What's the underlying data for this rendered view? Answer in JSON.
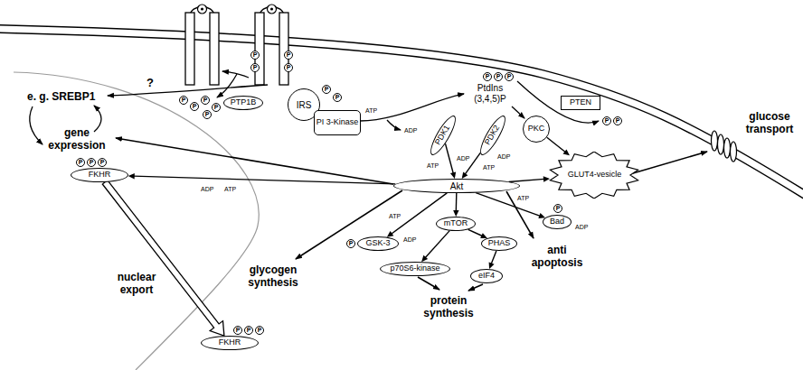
{
  "diagram": {
    "nodes": [
      {
        "text": [
          "PTP1B"
        ]
      },
      {
        "text": [
          "IRS"
        ]
      },
      {
        "text": [
          "PI 3-Kinase"
        ]
      },
      {
        "text": [
          "PTEN"
        ]
      },
      {
        "text": [
          "PDK1"
        ]
      },
      {
        "text": [
          "PDK2"
        ]
      },
      {
        "text": [
          "PKC"
        ]
      },
      {
        "text": [
          "GLUT4-vesicle"
        ]
      },
      {
        "text": [
          "Akt"
        ]
      },
      {
        "text": [
          "FKHR"
        ]
      },
      {
        "text": [
          "FKHR"
        ]
      },
      {
        "text": [
          "GSK-3"
        ]
      },
      {
        "text": [
          "mTOR"
        ]
      },
      {
        "text": [
          "p70S6-kinase"
        ]
      },
      {
        "text": [
          "PHAS"
        ]
      },
      {
        "text": [
          "eIF4"
        ]
      },
      {
        "text": [
          "Bad"
        ]
      }
    ],
    "edges": [
      {
        "from": 4,
        "to": 8,
        "arrow": "to"
      },
      {
        "from": 5,
        "to": 8,
        "arrow": "to"
      },
      {
        "from": 6,
        "to": 7,
        "arrow": "to"
      },
      {
        "from": 8,
        "to": 7,
        "arrow": "to"
      },
      {
        "from": 8,
        "to": 9,
        "arrow": "to"
      },
      {
        "from": 9,
        "to": 10,
        "arrow": "to"
      },
      {
        "from": 8,
        "to": 11,
        "arrow": "to"
      },
      {
        "from": 8,
        "to": 12,
        "arrow": "to"
      },
      {
        "from": 12,
        "to": 13,
        "arrow": "to"
      },
      {
        "from": 12,
        "to": 14,
        "arrow": "to"
      },
      {
        "from": 14,
        "to": 15,
        "arrow": "to"
      },
      {
        "from": 8,
        "to": 16,
        "arrow": "to"
      }
    ],
    "labels": [
      "e. g. SREBP1",
      "?",
      "gene expression",
      "nuclear export",
      "glycogen synthesis",
      "protein synthesis",
      "anti apoptosis",
      "glucose transport",
      "PtdIns (3,4,5)P",
      "ATP",
      "ADP",
      "ATP",
      "ADP",
      "ATP",
      "ADP",
      "ADP",
      "ATP",
      "ATP",
      "ADP",
      "ATP",
      "ADP",
      "P",
      "P",
      "P",
      "P",
      "P",
      "P",
      "P",
      "P",
      "P",
      "P",
      "P",
      "P",
      "P",
      "P",
      "P",
      "P",
      "P",
      "P",
      "P",
      "P",
      "P",
      "P",
      "P",
      "P"
    ]
  }
}
